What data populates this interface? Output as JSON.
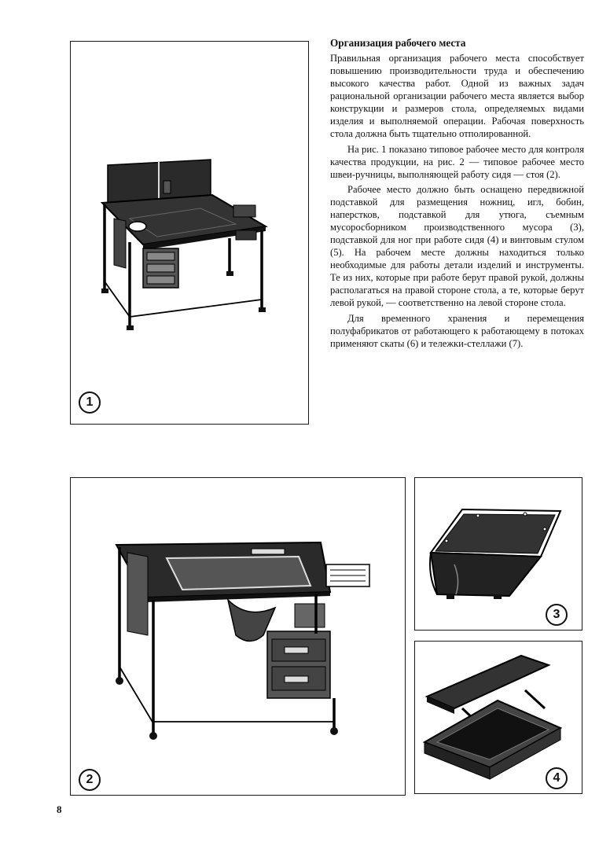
{
  "article": {
    "heading": "Организация рабочего места",
    "paragraphs": [
      "Правильная организация рабочего места способствует повышению производительности труда и обеспечению высокого качества работ. Одной из важных задач рациональной организации рабочего места является выбор конструкции и размеров стола, определяемых видами изделия и выполняемой операции. Рабочая поверхность стола должна быть тщательно отполированной.",
      "На рис. 1 показано типовое рабочее место для контроля качества продукции, на рис. 2 — типовое рабочее место швеи-ручницы, выполняющей работу сидя — стоя (2).",
      "Рабочее место должно быть оснащено передвижной подставкой для размещения ножниц, игл, бобин, наперстков, подставкой для утюга, съемным мусоросборником производственного мусора (3), подставкой для ног при работе сидя (4) и винтовым стулом (5). На рабочем месте должны находиться только необходимые для работы детали изделий и инструменты. Те из них, которые при работе берут правой рукой, должны располагаться на правой стороне стола, а те, которые берут левой рукой, — соответственно на левой стороне стола.",
      "Для временного хранения и перемещения полуфабрикатов от работающего к работающему в потоках применяют скаты (6) и тележки-стеллажи (7)."
    ]
  },
  "figures": {
    "fig1": {
      "number": "1",
      "icon": "inspection-table-illustration"
    },
    "fig2": {
      "number": "2",
      "icon": "seamstress-table-illustration"
    },
    "fig3": {
      "number": "3",
      "icon": "waste-bin-illustration"
    },
    "fig4": {
      "number": "4",
      "icon": "footrest-illustration"
    }
  },
  "page": {
    "number": "8"
  },
  "colors": {
    "ink": "#111111",
    "paper": "#ffffff",
    "surface_dark": "#2a2a2a",
    "metal": "#555555"
  }
}
